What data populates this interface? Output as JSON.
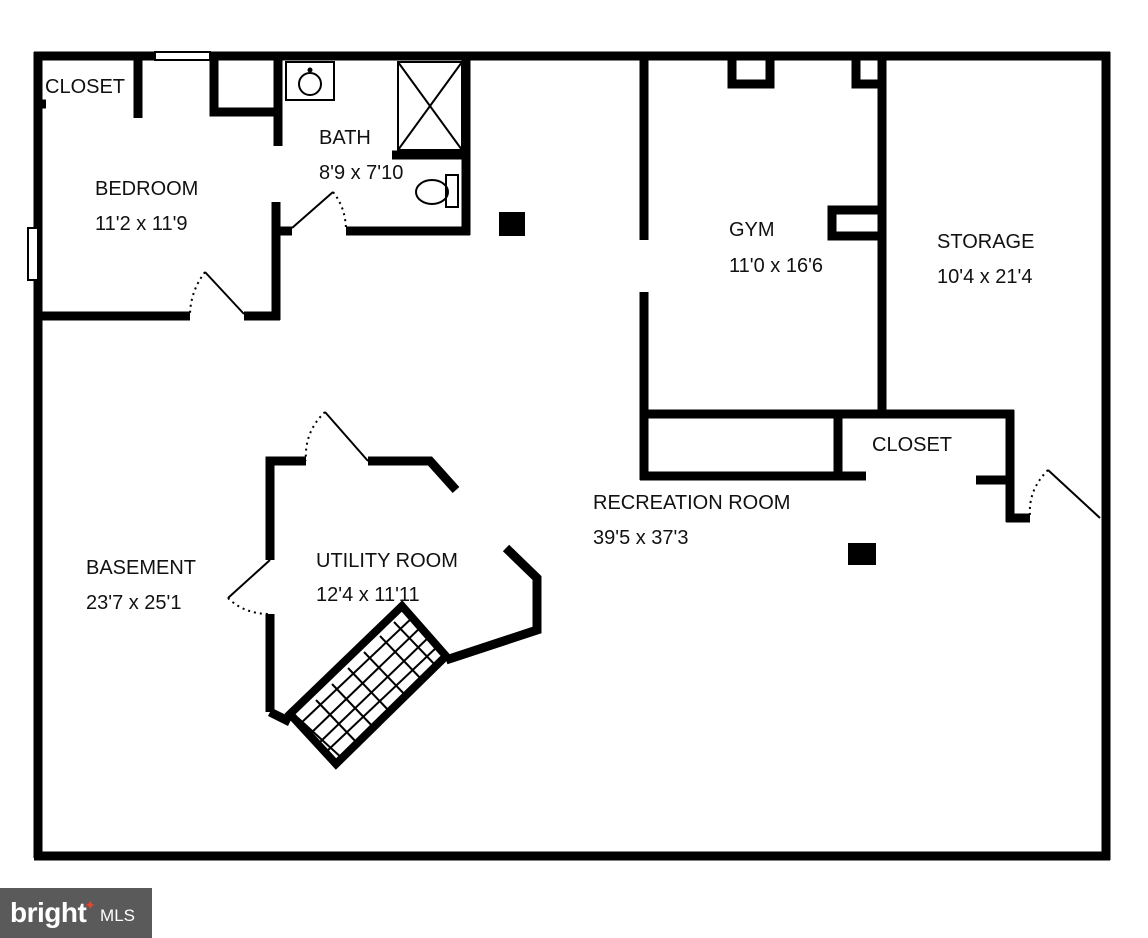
{
  "rooms": {
    "closet_bedroom": {
      "name": "CLOSET"
    },
    "bedroom": {
      "name": "BEDROOM",
      "size": "11'2 x 11'9"
    },
    "bath": {
      "name": "BATH",
      "size": "8'9 x 7'10"
    },
    "gym": {
      "name": "GYM",
      "size": "11'0 x 16'6"
    },
    "storage": {
      "name": "STORAGE",
      "size": "10'4 x 21'4"
    },
    "closet_storage": {
      "name": "CLOSET"
    },
    "recreation": {
      "name": "RECREATION ROOM",
      "size": "39'5 x 37'3"
    },
    "basement": {
      "name": "BASEMENT",
      "size": "23'7 x 25'1"
    },
    "utility": {
      "name": "UTILITY ROOM",
      "size": "12'4 x 11'11"
    }
  },
  "watermark": {
    "brand": "bright",
    "suffix": "MLS"
  },
  "colors": {
    "walls": "#000000",
    "background": "#ffffff",
    "watermark_bg": "#5a5a5a",
    "watermark_accent": "#e0462f"
  }
}
